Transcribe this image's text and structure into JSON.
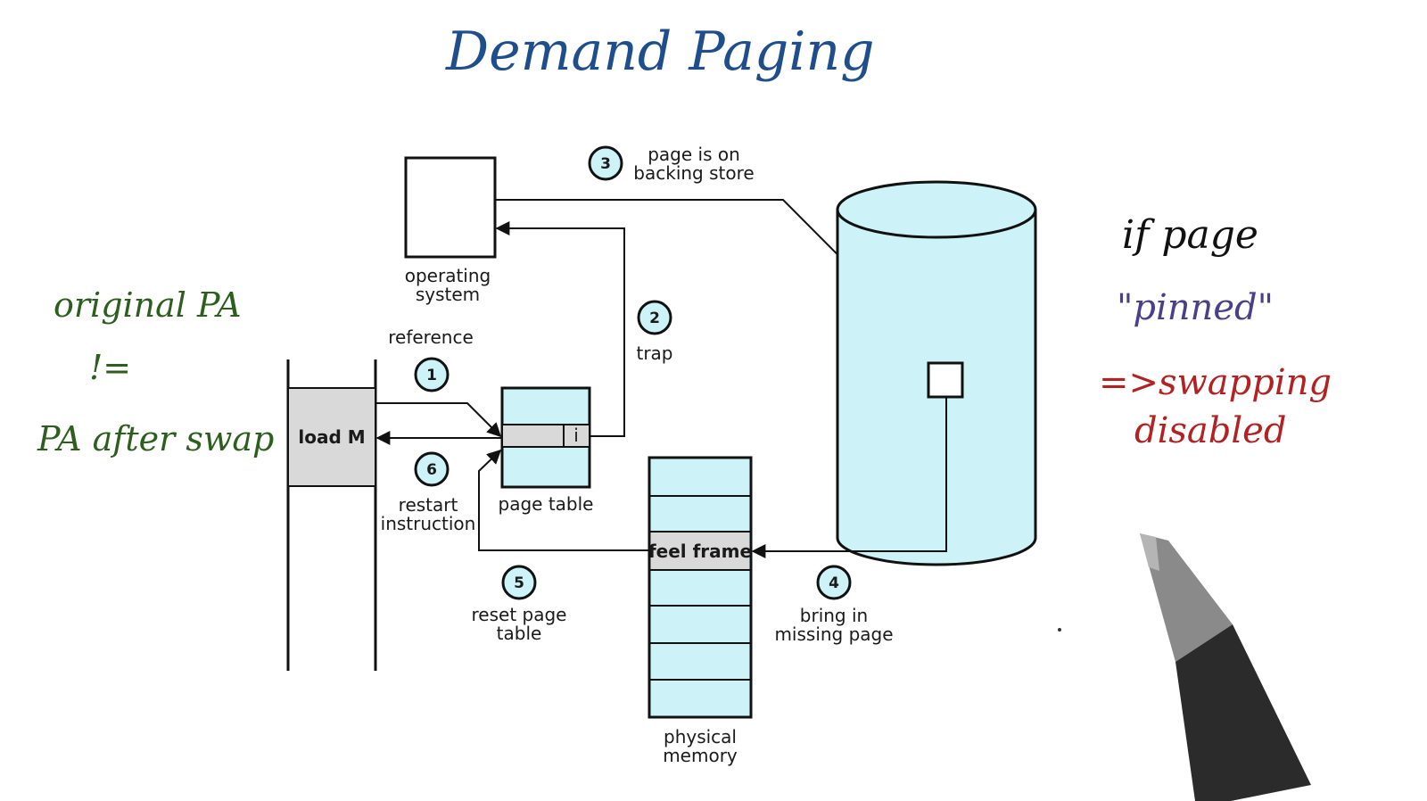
{
  "title": "Demand Paging",
  "left_note": {
    "line1": "original PA",
    "line2": "!=",
    "line3": "PA after swap"
  },
  "right_note": {
    "line1": "if page",
    "line2": "\"pinned\"",
    "line3": "=>swapping",
    "line4": "disabled"
  },
  "diagram": {
    "os_label_1": "operating",
    "os_label_2": "system",
    "reference_label": "reference",
    "load_label": "load M",
    "page_table_label": "page table",
    "pt_entry": "i",
    "trap_label": "trap",
    "backing_store_label_1": "page is on",
    "backing_store_label_2": "backing store",
    "restart_label_1": "restart",
    "restart_label_2": "instruction",
    "reset_label_1": "reset page",
    "reset_label_2": "table",
    "bring_label_1": "bring in",
    "bring_label_2": "missing page",
    "frame_label": "feel frame",
    "phys_label_1": "physical",
    "phys_label_2": "memory",
    "steps": [
      "1",
      "2",
      "3",
      "4",
      "5",
      "6"
    ]
  },
  "colors": {
    "title": "#1f4e8c",
    "left_note": "#2c5e1e",
    "pinned": "#4a3f8a",
    "swap_note": "#b22222",
    "cyan_fill": "#cdf3f8",
    "gray_fill": "#d9d9d9"
  }
}
